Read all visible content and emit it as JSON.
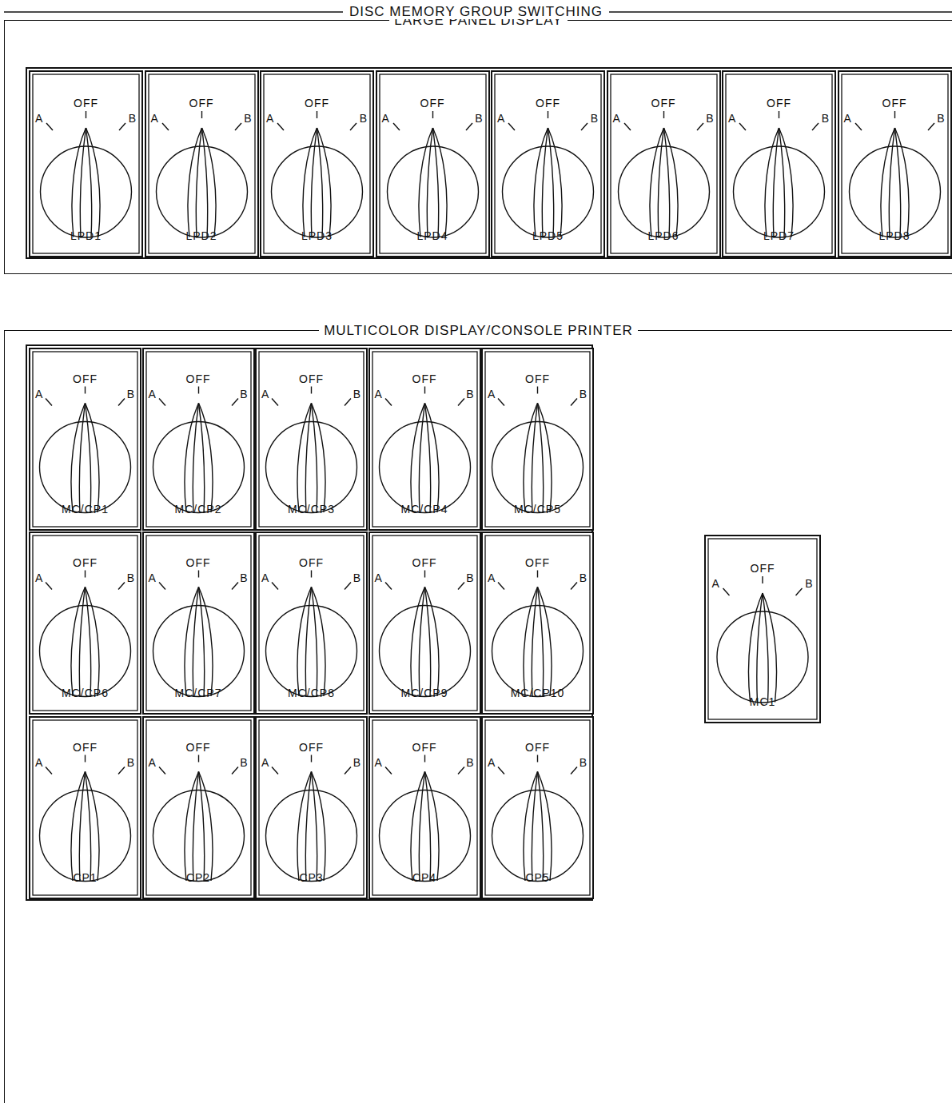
{
  "diagram": {
    "title": "DISC MEMORY GROUP SWITCHING",
    "nodes": [
      {
        "text": [
          "LARGE PANEL DISPLAY"
        ]
      },
      {
        "text": [
          "A",
          "OFF",
          "B",
          "LPD1"
        ],
        "in": 0
      },
      {
        "text": [
          "A",
          "OFF",
          "B",
          "LPD2"
        ],
        "in": 0
      },
      {
        "text": [
          "A",
          "OFF",
          "B",
          "LPD3"
        ],
        "in": 0
      },
      {
        "text": [
          "A",
          "OFF",
          "B",
          "LPD4"
        ],
        "in": 0
      },
      {
        "text": [
          "A",
          "OFF",
          "B",
          "LPD5"
        ],
        "in": 0
      },
      {
        "text": [
          "A",
          "OFF",
          "B",
          "LPD6"
        ],
        "in": 0
      },
      {
        "text": [
          "A",
          "OFF",
          "B",
          "LPD7"
        ],
        "in": 0
      },
      {
        "text": [
          "A",
          "OFF",
          "B",
          "LPD8"
        ],
        "in": 0
      },
      {
        "text": [
          "MULTICOLOR DISPLAY/CONSOLE PRINTER"
        ]
      },
      {
        "text": [
          "A",
          "OFF",
          "B",
          "MC/CP1"
        ],
        "in": 9
      },
      {
        "text": [
          "A",
          "OFF",
          "B",
          "MC/CP2"
        ],
        "in": 9
      },
      {
        "text": [
          "A",
          "OFF",
          "B",
          "MC/CP3"
        ],
        "in": 9
      },
      {
        "text": [
          "A",
          "OFF",
          "B",
          "MC/CP4"
        ],
        "in": 9
      },
      {
        "text": [
          "A",
          "OFF",
          "B",
          "MC/CP5"
        ],
        "in": 9
      },
      {
        "text": [
          "A",
          "OFF",
          "B",
          "MC/CP6"
        ],
        "in": 9
      },
      {
        "text": [
          "A",
          "OFF",
          "B",
          "MC/CP7"
        ],
        "in": 9
      },
      {
        "text": [
          "A",
          "OFF",
          "B",
          "MC/CP8"
        ],
        "in": 9
      },
      {
        "text": [
          "A",
          "OFF",
          "B",
          "MC/CP9"
        ],
        "in": 9
      },
      {
        "text": [
          "A",
          "OFF",
          "B",
          "MC/CP10"
        ],
        "in": 9
      },
      {
        "text": [
          "A",
          "OFF",
          "B",
          "MC1"
        ],
        "in": 9
      },
      {
        "text": [
          "A",
          "OFF",
          "B",
          "CP1"
        ],
        "in": 9
      },
      {
        "text": [
          "A",
          "OFF",
          "B",
          "CP2"
        ],
        "in": 9
      },
      {
        "text": [
          "A",
          "OFF",
          "B",
          "CP3"
        ],
        "in": 9
      },
      {
        "text": [
          "A",
          "OFF",
          "B",
          "CP4"
        ],
        "in": 9
      },
      {
        "text": [
          "A",
          "OFF",
          "B",
          "CP5"
        ],
        "in": 9
      }
    ]
  }
}
